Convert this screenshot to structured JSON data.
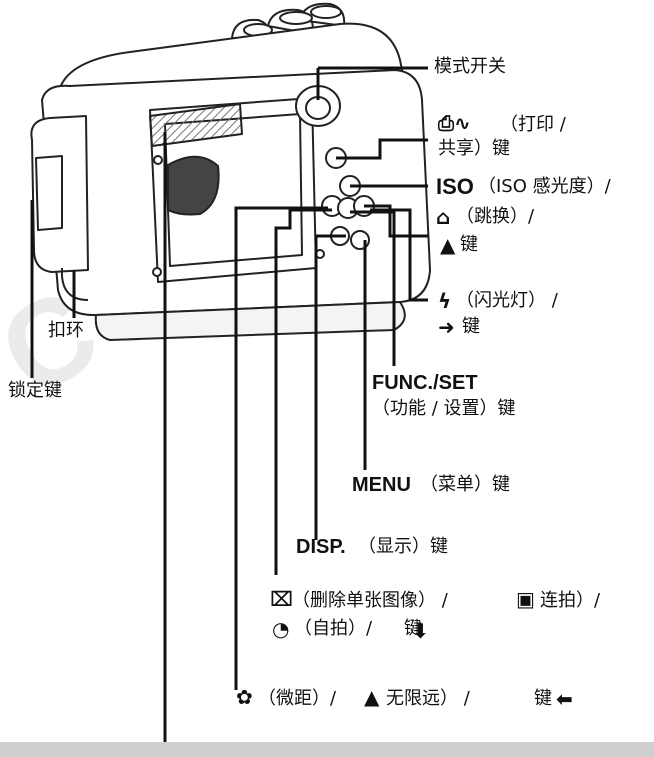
{
  "watermark": "COPY",
  "labels": {
    "mode_switch": "模式开关",
    "print_share_a": "（打印 /",
    "print_share_b": "共享）键",
    "iso": "ISO",
    "iso_rest": "（ISO 感光度）/",
    "jump": "（跳换）/",
    "up_key": "键",
    "flash": "（闪光灯） /",
    "right_key": "键",
    "func_set": "FUNC./SET",
    "func_set_desc": "（功能 / 设置）键",
    "menu": "MENU",
    "menu_desc": "（菜单）键",
    "disp": "DISP.",
    "disp_desc": "（显示）键",
    "erase": "（删除单张图像） /",
    "continuous": "连拍）/",
    "self_timer": "（自拍）/",
    "down_key": "键",
    "macro": "（微距）/",
    "infinity": "无限远） /",
    "left_key": "键",
    "strap": "扣环",
    "lock_key": "锁定键"
  },
  "icons": {
    "print_share": "printer-share-icon",
    "jump": "jump-icon",
    "up": "arrow-up-icon",
    "flash": "flash-icon",
    "right": "arrow-right-icon",
    "erase": "trash-icon",
    "continuous": "continuous-shooting-icon",
    "self_timer": "self-timer-icon",
    "down": "arrow-down-icon",
    "macro": "macro-flower-icon",
    "infinity": "mountain-icon",
    "left": "arrow-left-icon"
  }
}
